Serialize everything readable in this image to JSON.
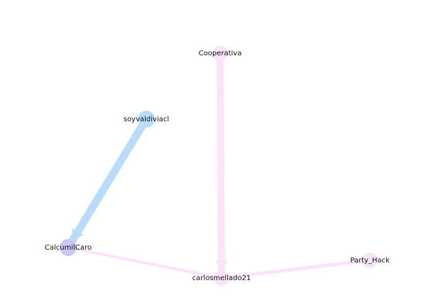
{
  "graph": {
    "nodes": [
      {
        "id": "cooperativa",
        "label": "Cooperativa",
        "color": "#fbe3fa"
      },
      {
        "id": "soyvaldiviacl",
        "label": "soyvaldiviacl",
        "color": "#b8dcfb"
      },
      {
        "id": "calcumilcaro",
        "label": "CalcumilCaro",
        "color": "#c8c8f4"
      },
      {
        "id": "carlosmellado21",
        "label": "carlosmellado21",
        "color": "#fbe3fa"
      },
      {
        "id": "party_hack",
        "label": "Party_Hack",
        "color": "#fbe3fa"
      }
    ],
    "edges": [
      {
        "source": "cooperativa",
        "target": "carlosmellado21",
        "color": "#fbe3fa",
        "directed": true
      },
      {
        "source": "soyvaldiviacl",
        "target": "calcumilcaro",
        "color": "#b8dcfb",
        "directed": true
      },
      {
        "source": "calcumilcaro",
        "target": "carlosmellado21",
        "color": "#fbe3fa",
        "directed": false
      },
      {
        "source": "party_hack",
        "target": "carlosmellado21",
        "color": "#fbe3fa",
        "directed": false
      }
    ]
  }
}
